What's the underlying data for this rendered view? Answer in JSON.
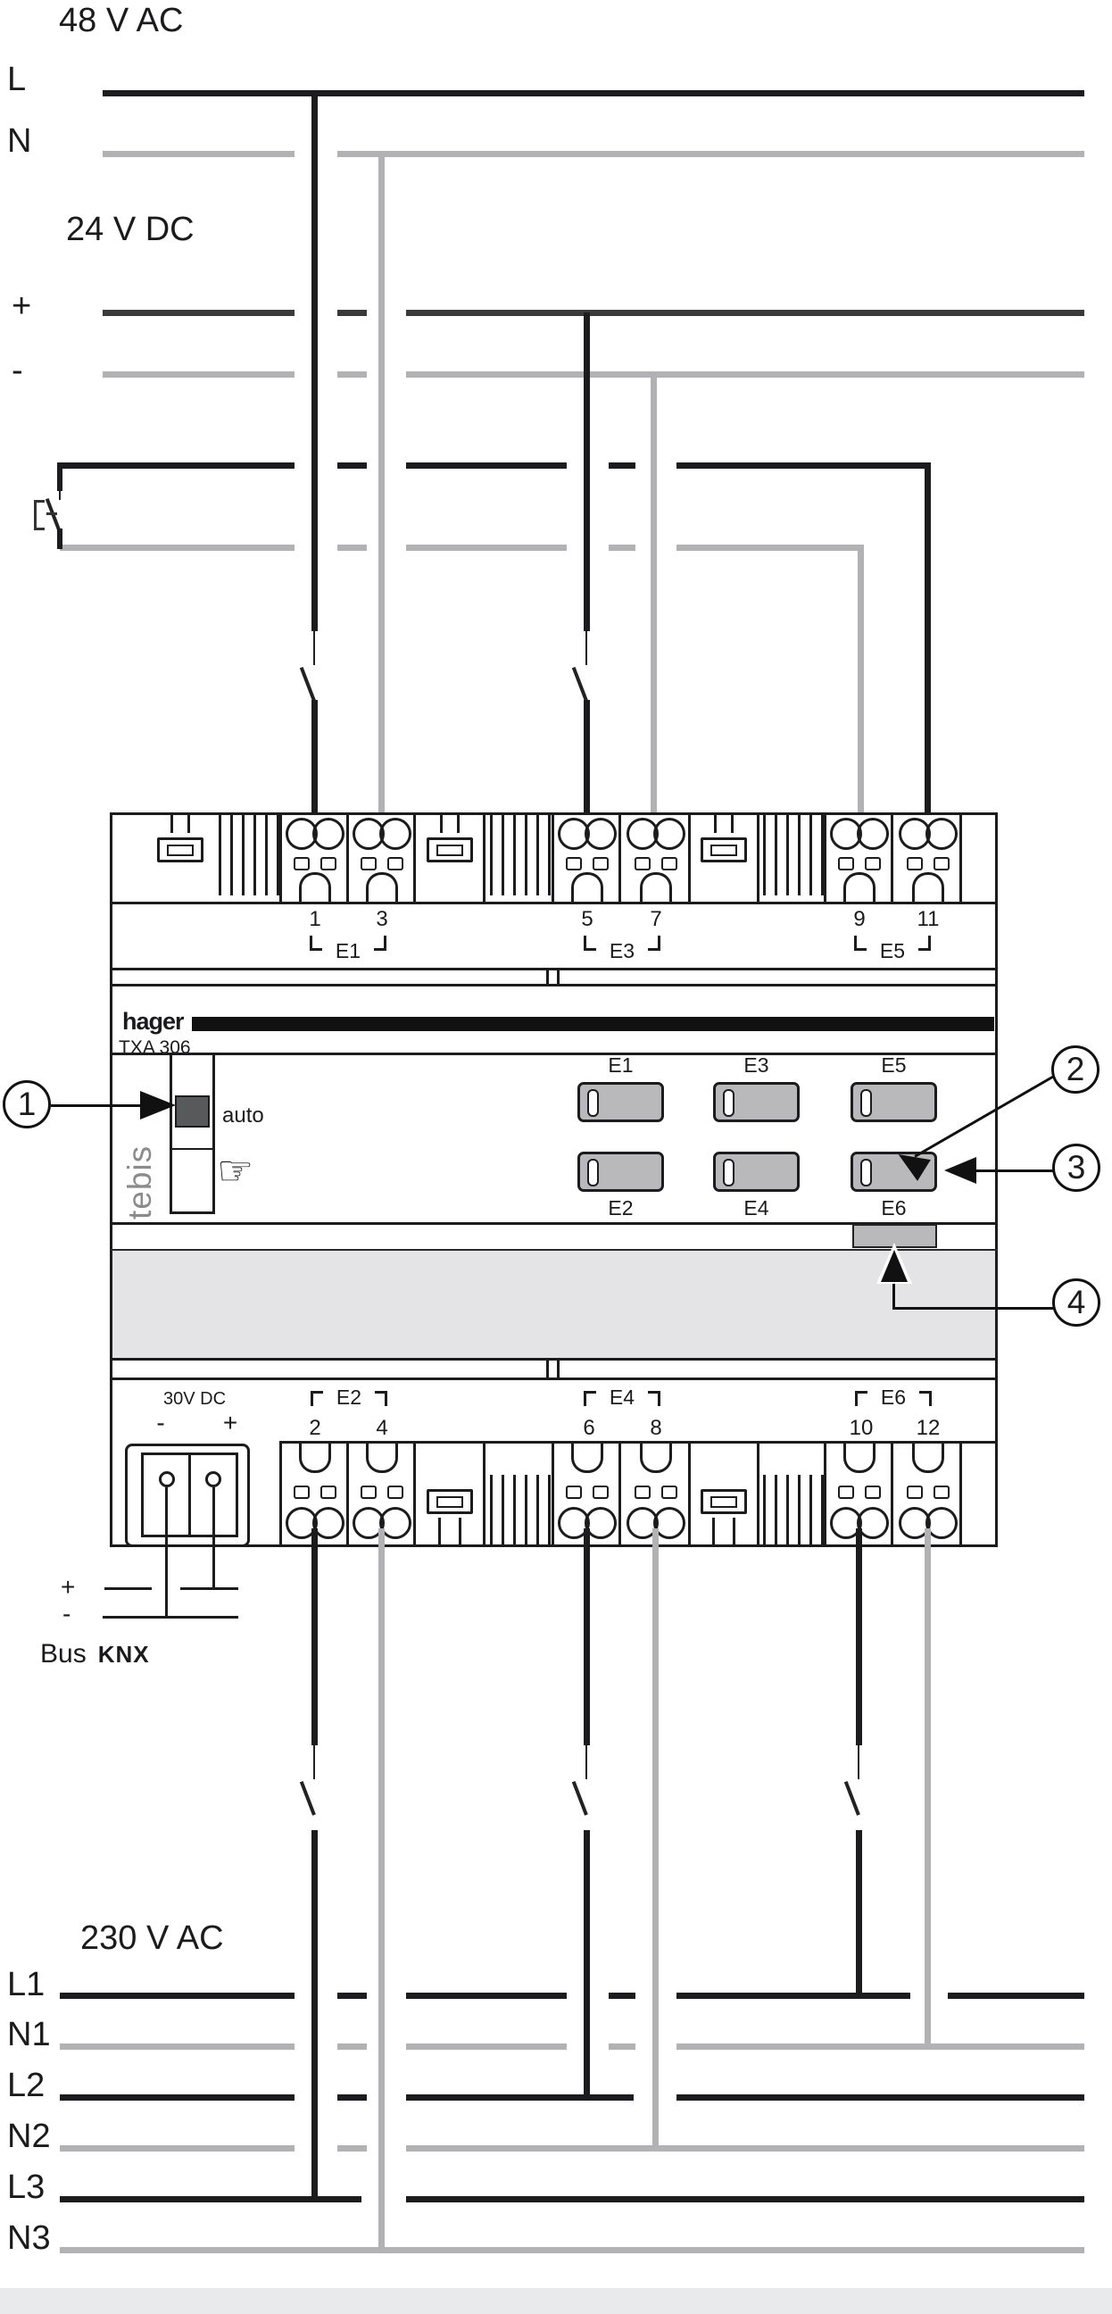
{
  "top_section": {
    "title_48v": "48 V AC",
    "rail_l": "L",
    "rail_n": "N",
    "title_24v": "24 V DC",
    "rail_plus": "+",
    "rail_minus": "-"
  },
  "device": {
    "brand": "hager",
    "model": "TXA 306",
    "range": "tebis",
    "auto_label": "auto",
    "hand_icon": "☞",
    "top_terminal_numbers": [
      "1",
      "3",
      "5",
      "7",
      "9",
      "11"
    ],
    "top_groups": [
      "E1",
      "E3",
      "E5"
    ],
    "led_row1": [
      "E1",
      "E3",
      "E5"
    ],
    "led_row2": [
      "E2",
      "E4",
      "E6"
    ],
    "bottom_groups": [
      "E2",
      "E4",
      "E6"
    ],
    "bottom_terminal_numbers": [
      "2",
      "4",
      "6",
      "8",
      "10",
      "12"
    ],
    "power_label": "30V DC",
    "power_minus": "-",
    "power_plus": "+"
  },
  "bus": {
    "plus": "+",
    "minus": "-",
    "word": "Bus",
    "brand": "KNX"
  },
  "bottom_section": {
    "title_230v": "230 V AC",
    "rails": [
      "L1",
      "N1",
      "L2",
      "N2",
      "L3",
      "N3"
    ]
  },
  "callouts": {
    "c1": "1",
    "c2": "2",
    "c3": "3",
    "c4": "4"
  },
  "colors": {
    "wire_black": "#1c1c1e",
    "wire_gray": "#b2b2b4",
    "wire_dark": "#3a3a3c",
    "led_gray": "#b9b9bb",
    "knob_gray": "#58595b",
    "band_gray": "#e4e4e6",
    "footer_gray": "#e9eaec",
    "tebis_gray": "#8b8b8d"
  }
}
